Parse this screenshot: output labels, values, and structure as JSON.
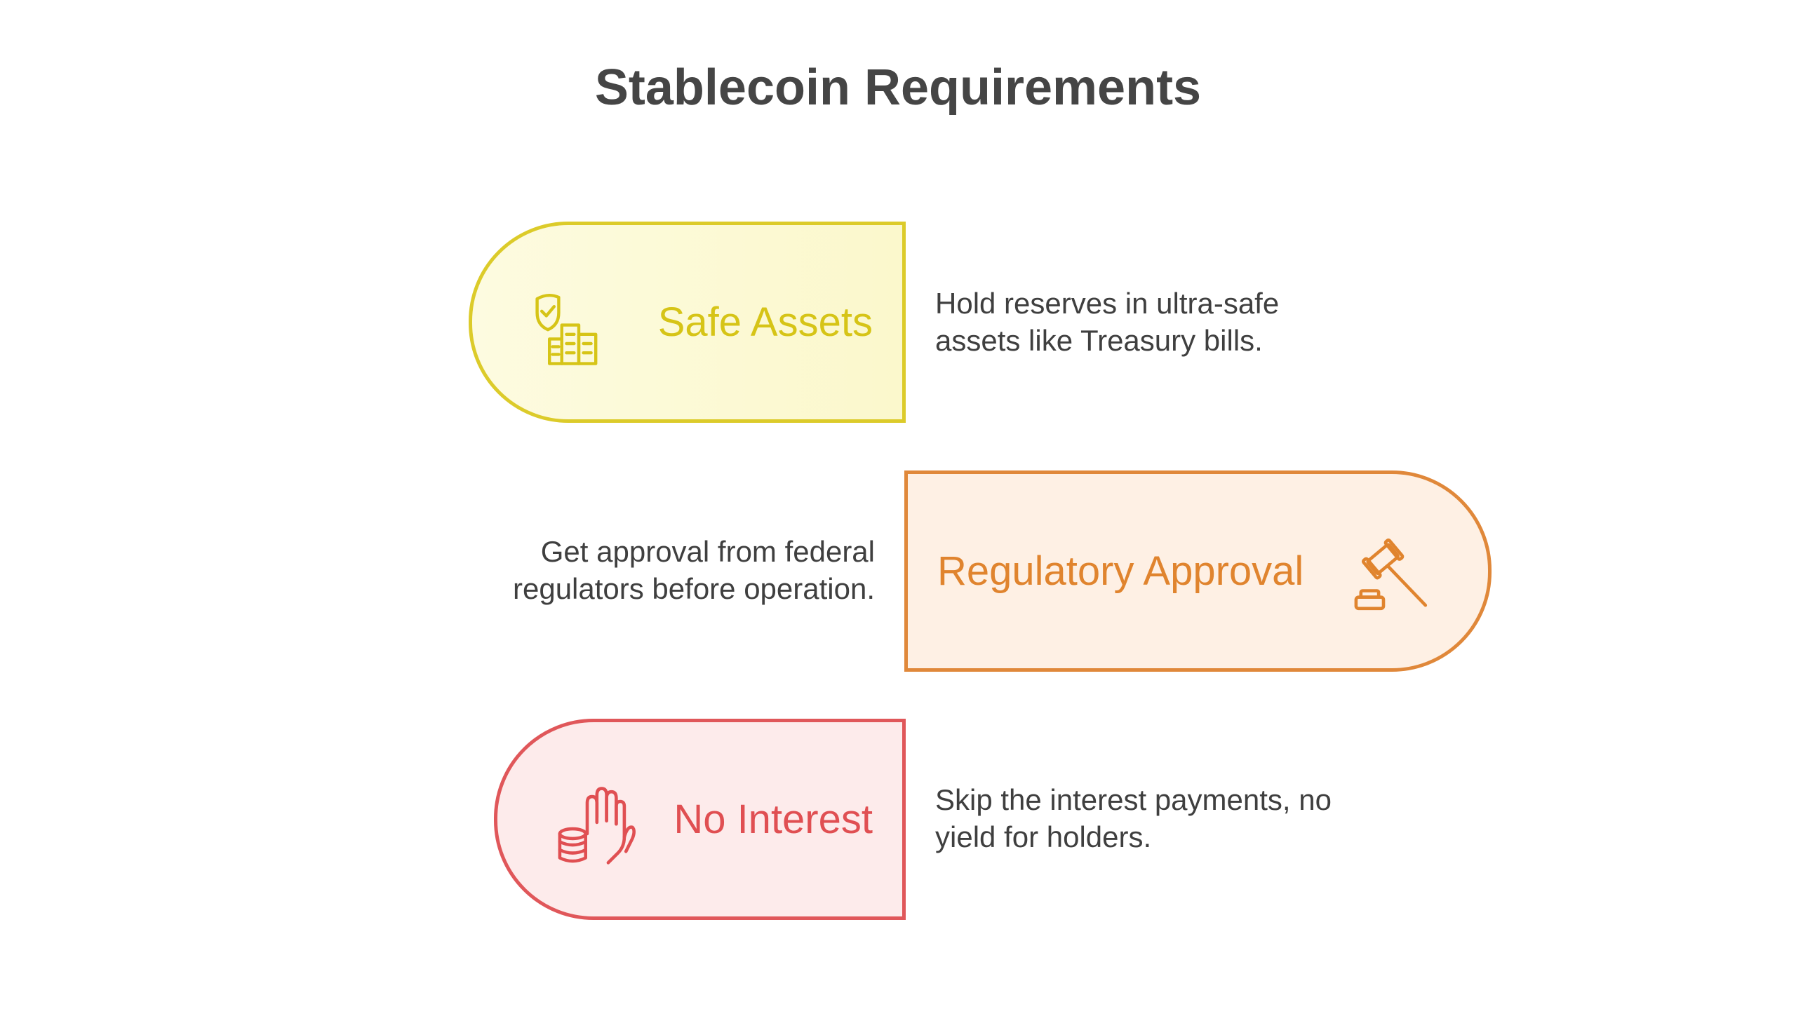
{
  "title": "Stablecoin Requirements",
  "items": [
    {
      "label": "Safe Assets",
      "icon": "shield-buildings-icon",
      "color": "#d6c417",
      "description_lines": [
        "Hold reserves in ultra-safe",
        "assets like Treasury bills."
      ]
    },
    {
      "label": "Regulatory Approval",
      "icon": "gavel-icon",
      "color": "#e0842e",
      "description_lines": [
        "Get approval from federal",
        "regulators before operation."
      ]
    },
    {
      "label": "No Interest",
      "icon": "hand-coins-icon",
      "color": "#e04f52",
      "description_lines": [
        "Skip the interest payments, no",
        "yield for holders."
      ]
    }
  ]
}
